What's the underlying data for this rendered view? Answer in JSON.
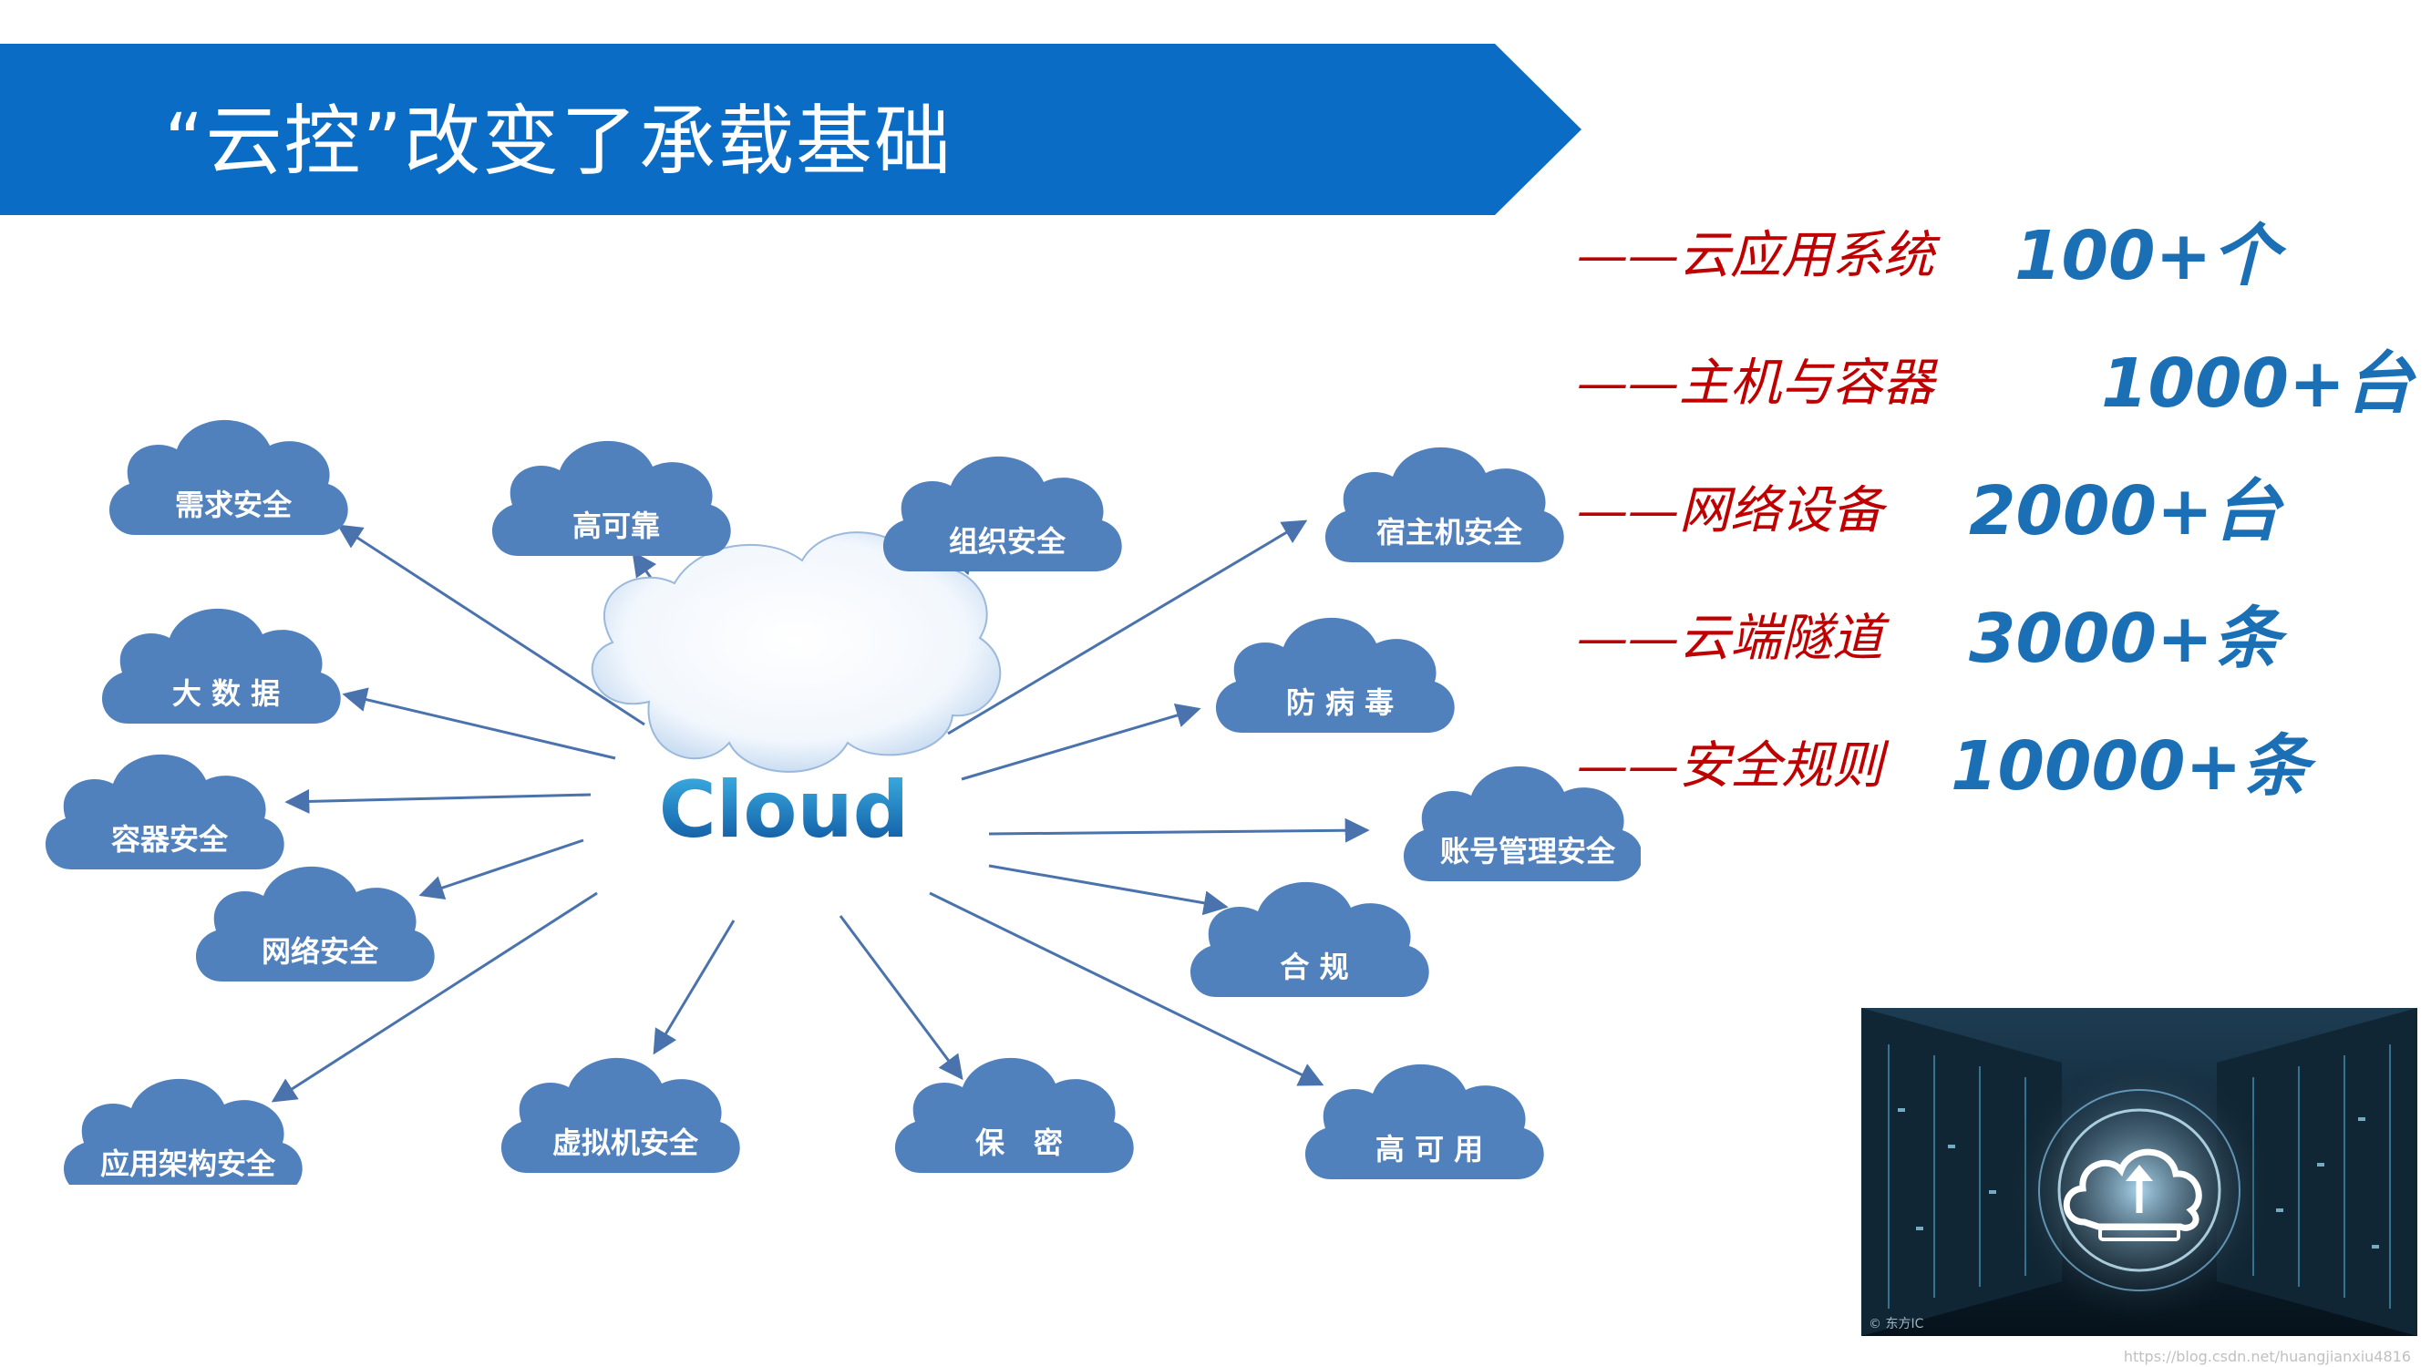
{
  "title": "“云控”改变了承载基础",
  "colors": {
    "banner": "#0a6cc4",
    "cloud": "#5181bd",
    "accent_red": "#c00000",
    "accent_blue": "#1a6fb5",
    "arrow": "#4a73ad"
  },
  "center_cloud": {
    "label": "Cloud"
  },
  "nodes": [
    {
      "id": "xuqiu",
      "label": "需求安全"
    },
    {
      "id": "gaokekao",
      "label": "高可靠"
    },
    {
      "id": "zuzhi",
      "label": "组织安全"
    },
    {
      "id": "suzhuji",
      "label": "宿主机安全"
    },
    {
      "id": "dashuju",
      "label": "大 数 据"
    },
    {
      "id": "fangbingdu",
      "label": "防 病 毒"
    },
    {
      "id": "rongqi",
      "label": "容器安全"
    },
    {
      "id": "zhanghao",
      "label": "账号管理安全"
    },
    {
      "id": "wangluo",
      "label": "网络安全"
    },
    {
      "id": "hegui",
      "label": "合 规"
    },
    {
      "id": "yingyong",
      "label": "应用架构安全"
    },
    {
      "id": "xuniji",
      "label": "虚拟机安全"
    },
    {
      "id": "baomi",
      "label": "保　密"
    },
    {
      "id": "gaokeyong",
      "label": "高 可 用"
    }
  ],
  "stats": [
    {
      "label": "——云应用系统",
      "value": "100+个"
    },
    {
      "label": "——主机与容器",
      "value": "1000+台"
    },
    {
      "label": "——网络设备",
      "value": "2000+台"
    },
    {
      "label": "——云端隧道",
      "value": "3000+条"
    },
    {
      "label": "——安全规则",
      "value": "10000+条"
    }
  ],
  "photo": {
    "icon": "cloud-upload-icon",
    "credit": "© 东方IC"
  },
  "watermark": "https://blog.csdn.net/huangjianxiu4816"
}
